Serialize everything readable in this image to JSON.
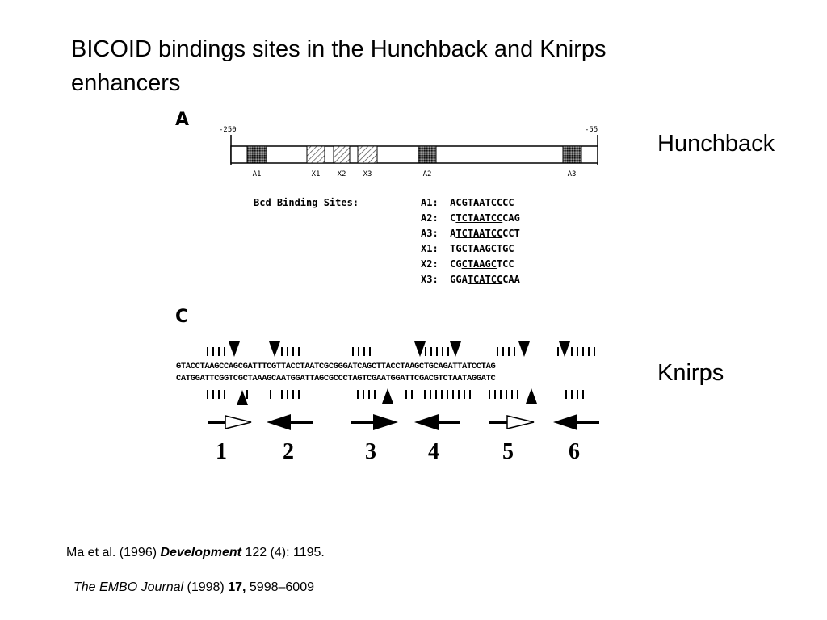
{
  "title": "BICOID bindings sites in the Hunchback and Knirps\n enhancers",
  "labels": {
    "hunchback": "Hunchback",
    "knirps": "Knirps"
  },
  "figure_a": {
    "panel_letter": "A",
    "coord_left": "-250",
    "coord_right": "-55",
    "sites": [
      "A1",
      "X1",
      "X2",
      "X3",
      "A2",
      "A3"
    ],
    "binding_header": "Bcd Binding Sites:",
    "binding_sites": [
      {
        "name": "A1:",
        "pre": "ACG",
        "core": "TAATCCCC",
        "post": ""
      },
      {
        "name": "A2:",
        "pre": "C",
        "core": "TCTAATCC",
        "post": "CAG"
      },
      {
        "name": "A3:",
        "pre": "A",
        "core": "TCTAATCC",
        "post": "CCT"
      },
      {
        "name": "X1:",
        "pre": "TG",
        "core": "CTAAGC",
        "post": "TGC"
      },
      {
        "name": "X2:",
        "pre": "CG",
        "core": "CTAAGC",
        "post": "TCC"
      },
      {
        "name": "X3:",
        "pre": "GGA",
        "core": "TCATCC",
        "post": "CAA"
      }
    ]
  },
  "figure_c": {
    "panel_letter": "C",
    "seq_top": "GTACCTAAGCCAGCGATTTCGTTACCTAATCGCGGGATCAGCTTACCTAAGCTGCAGATTATCCTAG",
    "seq_bottom": "CATGGATTCGGTCGCTAAAGCAATGGATTAGCGCCCTAGTCGAATGGATTCGACGTCTAATAGGATC",
    "site_numbers": [
      "1",
      "2",
      "3",
      "4",
      "5",
      "6"
    ]
  },
  "citations": {
    "first": {
      "authors": "Ma et al. (1996) ",
      "journal": "Development",
      "rest": " 122 (4): 1195."
    },
    "second": {
      "journal": "The EMBO Journal",
      "year": " (1998) ",
      "volume": "17,",
      "pages": " 5998–6009"
    }
  },
  "colors": {
    "text": "#000000",
    "background": "#ffffff",
    "hatch_dark": "#333333"
  }
}
